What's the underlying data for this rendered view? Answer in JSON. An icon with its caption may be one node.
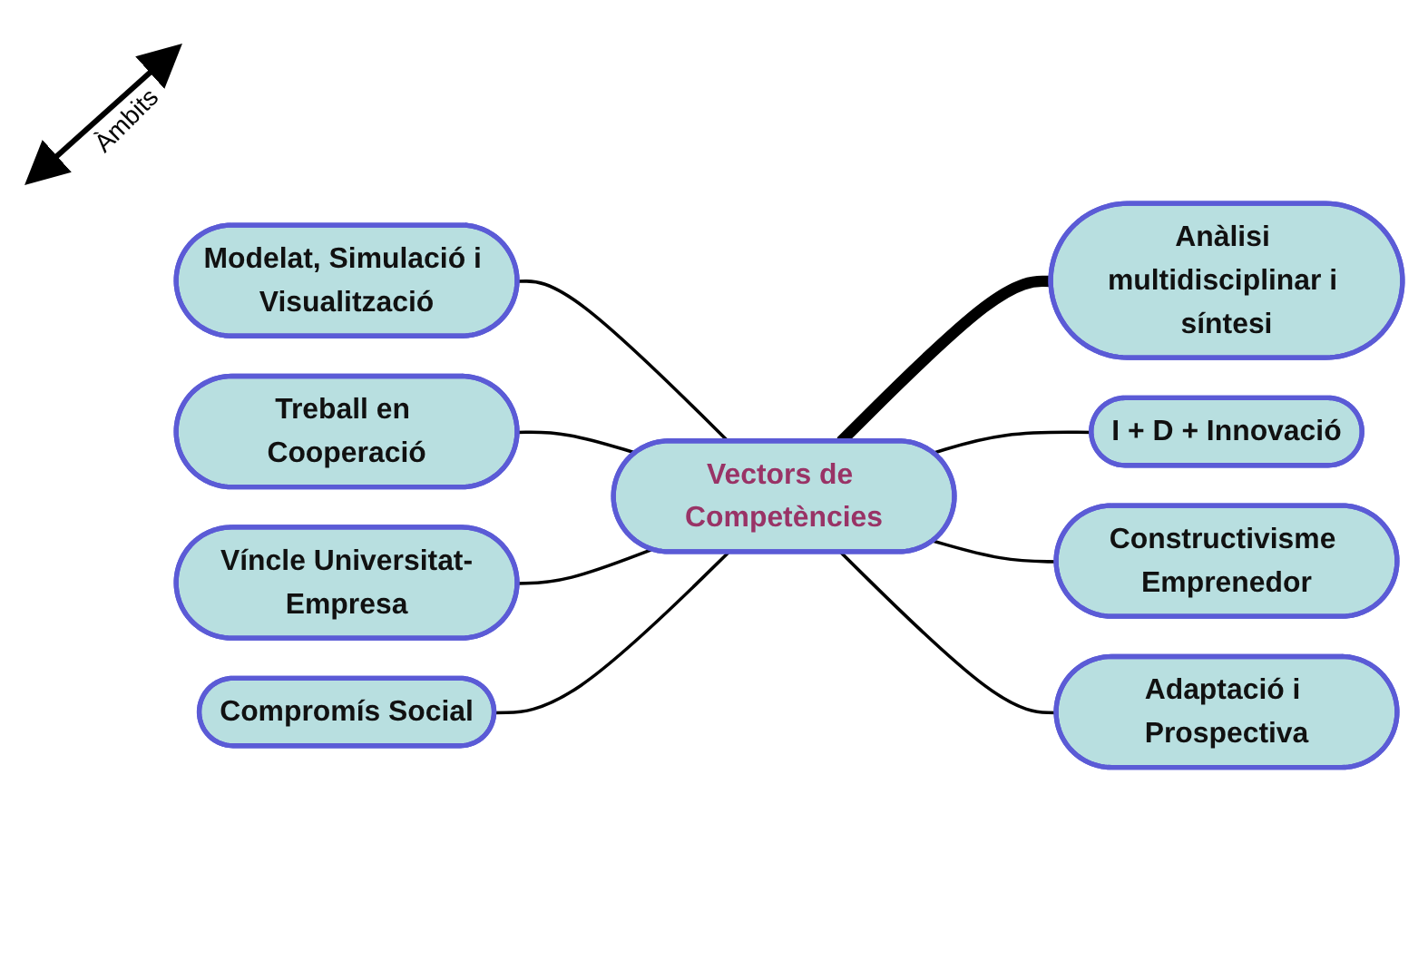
{
  "diagram": {
    "nodes": [
      {
        "text": [
          "Modelat, Simulació i Visualització"
        ]
      },
      {
        "text": [
          "Treball en Cooperació"
        ]
      },
      {
        "text": [
          "Anàlisi multidisciplinar i síntesi"
        ]
      },
      {
        "text": [
          "Víncle Universitat-Empresa"
        ]
      },
      {
        "text": [
          "Vectors de Competències"
        ]
      },
      {
        "text": [
          "I + D + Innovació"
        ]
      },
      {
        "text": [
          "Compromís Social"
        ]
      },
      {
        "text": [
          "Constructivisme Emprenedor"
        ]
      },
      {
        "text": [
          "Adaptació i Prospectiva"
        ]
      }
    ],
    "edges": [
      {
        "from": 0,
        "to": 4,
        "arrow": "none"
      },
      {
        "from": 1,
        "to": 4,
        "arrow": "none"
      },
      {
        "from": 4,
        "to": 2,
        "arrow": "none",
        "style": "thick"
      },
      {
        "from": 3,
        "to": 4,
        "arrow": "none"
      },
      {
        "from": 4,
        "to": 5,
        "arrow": "none"
      },
      {
        "from": 6,
        "to": 4,
        "arrow": "none"
      },
      {
        "from": 4,
        "to": 7,
        "arrow": "none"
      },
      {
        "from": 4,
        "to": 8,
        "arrow": "none"
      }
    ],
    "labels": [
      "Àmbits"
    ]
  }
}
